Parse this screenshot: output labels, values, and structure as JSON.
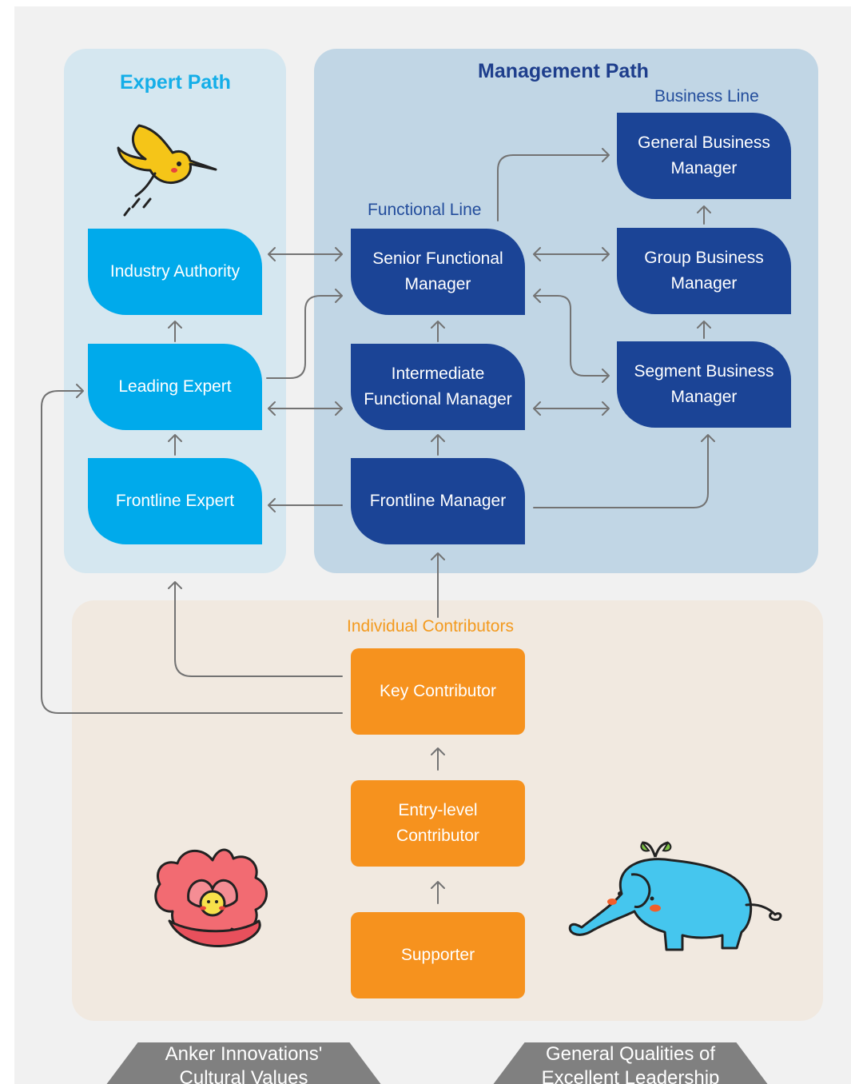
{
  "panels": {
    "expert_title": "Expert Path",
    "management_title": "Management Path",
    "business_line": "Business Line",
    "functional_line": "Functional Line",
    "individual_contributors": "Individual Contributors"
  },
  "expert": {
    "industry_authority": "Industry Authority",
    "leading_expert": "Leading Expert",
    "frontline_expert": "Frontline Expert"
  },
  "functional": {
    "senior": "Senior Functional Manager",
    "intermediate": "Intermediate Functional Manager",
    "frontline": "Frontline Manager"
  },
  "business": {
    "general": "General Business Manager",
    "group": "Group Business Manager",
    "segment": "Segment Business Manager"
  },
  "contributors": {
    "key": "Key Contributor",
    "entry": "Entry-level Contributor",
    "supporter": "Supporter"
  },
  "banners": {
    "left_line1": "Anker Innovations'",
    "left_line2": "Cultural Values",
    "right_line1": "General Qualities of",
    "right_line2": "Excellent Leadership"
  },
  "colors": {
    "expert_box": "#00aaeb",
    "manager_box": "#1b4496",
    "contributor_box": "#f6921e",
    "arrow": "#737373"
  },
  "icons": {
    "bird": "hummingbird-mascot-icon",
    "flower": "flower-mascot-icon",
    "elephant": "elephant-mascot-icon"
  }
}
